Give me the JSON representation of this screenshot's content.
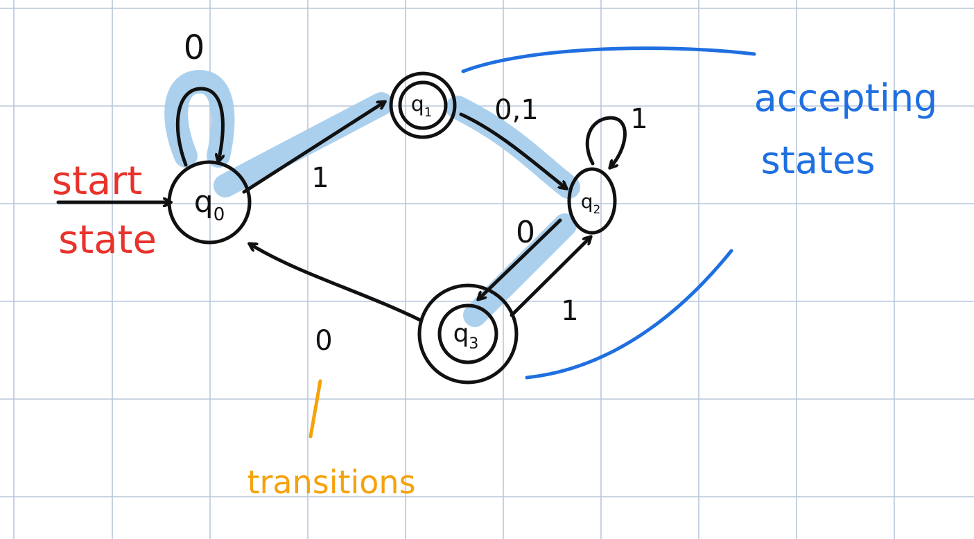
{
  "colors": {
    "ink": "#111111",
    "highlight": "#a7cdec",
    "grid": "#b9c7da",
    "start_annotation": "#e8322c",
    "accepting_annotation": "#1f6fe0",
    "transitions_annotation": "#f5a20c"
  },
  "states": {
    "q0": {
      "sub": "0"
    },
    "q1": {
      "sub": "1"
    },
    "q2": {
      "sub": "2"
    },
    "q3": {
      "sub": "3"
    }
  },
  "state_letter": "q",
  "edge_labels": {
    "q0_self": "0",
    "q0_q1": "1",
    "q1_q2": "0,1",
    "q2_self": "1",
    "q2_q3": "0",
    "q3_q2": "1",
    "q3_q0": "0"
  },
  "annotations": {
    "start_line1": "start",
    "start_line2": "state",
    "accepting_line1": "accepting",
    "accepting_line2": "states",
    "transitions": "transitions"
  }
}
